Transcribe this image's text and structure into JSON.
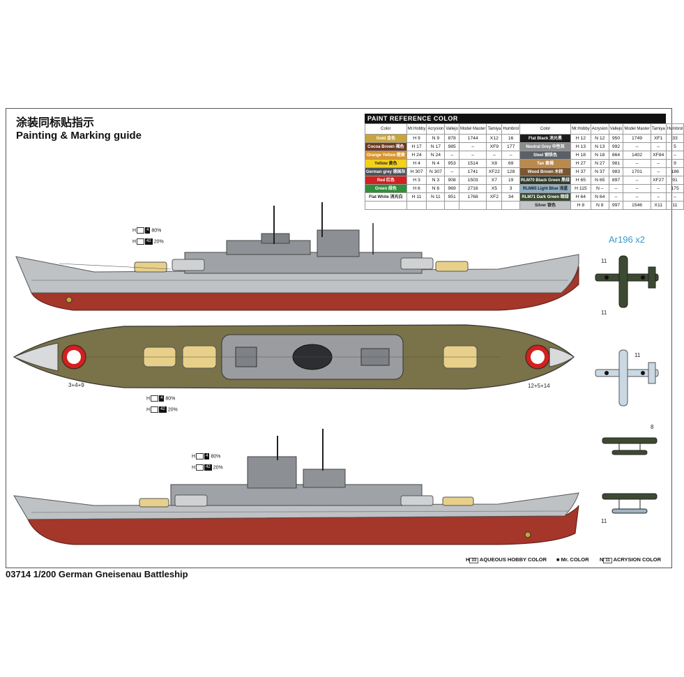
{
  "titles": {
    "cn": "涂装同标贴指示",
    "en": "Painting & Marking guide",
    "footer": "03714 1/200 German Gneisenau Battleship"
  },
  "paint_table": {
    "heading": "PAINT  REFERENCE COLOR",
    "columns": [
      "Color",
      "Mr.Hobby",
      "Acrysion",
      "Vallejo",
      "Model Master",
      "Tamiya",
      "Humbrol"
    ],
    "left": [
      {
        "name": "Gold 金色",
        "swatch": "#c9a43a",
        "hobby": "9",
        "acry": "9",
        "vallejo": "878",
        "mm": "1744",
        "tamiya": "X12",
        "humbrol": "16"
      },
      {
        "name": "Cocoa Brown 褐色",
        "swatch": "#6b3a22",
        "hobby": "17",
        "acry": "17",
        "vallejo": "985",
        "mm": "–",
        "tamiya": "XF9",
        "humbrol": "177"
      },
      {
        "name": "Orange Yellow 橙黄",
        "swatch": "#d9952a",
        "hobby": "24",
        "acry": "24",
        "vallejo": "–",
        "mm": "–",
        "tamiya": "–",
        "humbrol": "–"
      },
      {
        "name": "Yellow 黄色",
        "swatch": "#f2d21c",
        "hobby": "4",
        "acry": "4",
        "vallejo": "953",
        "mm": "1514",
        "tamiya": "X8",
        "humbrol": "69"
      },
      {
        "name": "German grey 德国灰",
        "swatch": "#4e5256",
        "hobby": "307",
        "acry": "307",
        "vallejo": "–",
        "mm": "1741",
        "tamiya": "XF22",
        "humbrol": "128"
      },
      {
        "name": "Red 红色",
        "swatch": "#d32020",
        "hobby": "3",
        "acry": "3",
        "vallejo": "908",
        "mm": "1503",
        "tamiya": "X7",
        "humbrol": "19"
      },
      {
        "name": "Green 绿色",
        "swatch": "#2f8f3a",
        "hobby": "6",
        "acry": "6",
        "vallejo": "969",
        "mm": "2716",
        "tamiya": "X5",
        "humbrol": "3"
      },
      {
        "name": "Flat White 消光白",
        "swatch": "#ffffff",
        "hobby": "11",
        "acry": "11",
        "vallejo": "951",
        "mm": "1768",
        "tamiya": "XF2",
        "humbrol": "34"
      }
    ],
    "right": [
      {
        "name": "Flat Black 消光黑",
        "swatch": "#1a1a1a",
        "hobby": "12",
        "acry": "12",
        "vallejo": "950",
        "mm": "1749",
        "tamiya": "XF1",
        "humbrol": "33"
      },
      {
        "name": "Neutral Grey 中性灰",
        "swatch": "#8a8c8e",
        "hobby": "13",
        "acry": "13",
        "vallejo": "992",
        "mm": "–",
        "tamiya": "–",
        "humbrol": "5"
      },
      {
        "name": "Steel 钢铁色",
        "swatch": "#5c6066",
        "hobby": "18",
        "acry": "18",
        "vallejo": "864",
        "mm": "1402",
        "tamiya": "XF84",
        "humbrol": "–"
      },
      {
        "name": "Tan 黄褐",
        "swatch": "#b98a4e",
        "hobby": "27",
        "acry": "27",
        "vallejo": "981",
        "mm": "–",
        "tamiya": "–",
        "humbrol": "9"
      },
      {
        "name": "Wood Brown 木棕",
        "swatch": "#7a5632",
        "hobby": "37",
        "acry": "37",
        "vallejo": "983",
        "mm": "1701",
        "tamiya": "–",
        "humbrol": "186"
      },
      {
        "name": "RLM70 Black Green 黑绿",
        "swatch": "#2f3b2b",
        "hobby": "65",
        "acry": "65",
        "vallejo": "897",
        "mm": "–",
        "tamiya": "XF27",
        "humbrol": "91"
      },
      {
        "name": "RLM65 Light Blue 浅蓝",
        "swatch": "#8fb0c6",
        "hobby": "115",
        "acry": "–",
        "vallejo": "–",
        "mm": "–",
        "tamiya": "–",
        "humbrol": "175"
      },
      {
        "name": "RLM71 Dark Green 暗绿",
        "swatch": "#3d4a33",
        "hobby": "64",
        "acry": "64",
        "vallejo": "–",
        "mm": "–",
        "tamiya": "–",
        "humbrol": "–"
      },
      {
        "name": "Silver 银色",
        "swatch": "#c3c6c9",
        "hobby": "8",
        "acry": "8",
        "vallejo": "997",
        "mm": "1546",
        "tamiya": "X11",
        "humbrol": "11"
      }
    ]
  },
  "callouts": {
    "h4_80": "80%",
    "h4_20": "20%",
    "c_3_4_9": "3+4+9",
    "c_12_5_14": "12+5+14",
    "eleven": "11",
    "eight": "8"
  },
  "aircraft_label": "Ar196 x2",
  "legend": {
    "hobby": "AQUEOUS HOBBY COLOR",
    "mr": "Mr. COLOR",
    "acry": "ACRYSION COLOR"
  },
  "colors": {
    "hull_red": "#a4362a",
    "hull_grey": "#b9bcbf",
    "deck_wood": "#7a7248",
    "turret_tan": "#e7d08a",
    "tower_grey": "#8f9296"
  },
  "icons": [
    "swastika-roundel-icon",
    "aircraft-icon"
  ]
}
